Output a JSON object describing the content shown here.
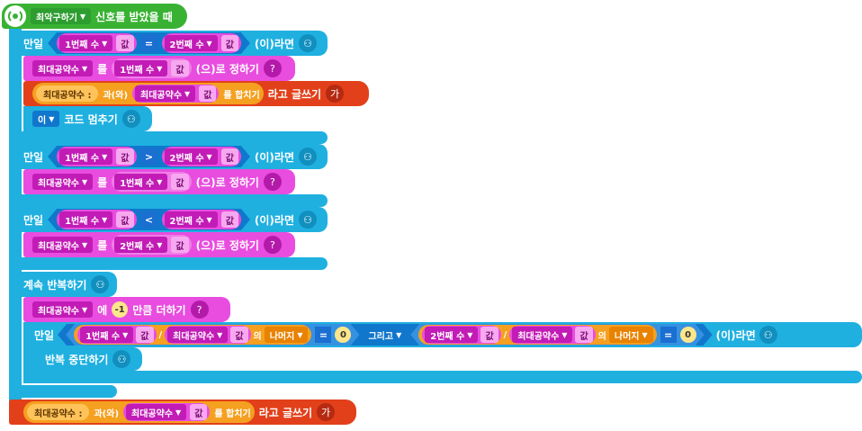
{
  "signal_block": {
    "signal_name": "최악구하기",
    "label": "신호를 받았을 때"
  },
  "if_equal": {
    "if_label": "만일",
    "left_var": "1번째 수",
    "value_label": "값",
    "operator": "=",
    "right_var": "2번째 수",
    "then_label": "(이)라면"
  },
  "set_gcd_1": {
    "var": "최대공약수",
    "to_label": "를",
    "value_var": "1번째 수",
    "value_label": "값",
    "suffix": "(으)로 정하기"
  },
  "say_1": {
    "text": "최대공약수 :",
    "and_label": "과(와)",
    "var": "최대공약수",
    "value_label": "값",
    "join_label": "를 합치기",
    "suffix": "라고 글쓰기",
    "icon_text": "가"
  },
  "stop_block": {
    "target": "이",
    "label": "코드 멈추기"
  },
  "if_greater": {
    "if_label": "만일",
    "left_var": "1번째 수",
    "value_label": "값",
    "operator": ">",
    "right_var": "2번째 수",
    "then_label": "(이)라면"
  },
  "set_gcd_2": {
    "var": "최대공약수",
    "to_label": "를",
    "value_var": "1번째 수",
    "value_label": "값",
    "suffix": "(으)로 정하기"
  },
  "if_less": {
    "if_label": "만일",
    "left_var": "1번째 수",
    "value_label": "값",
    "operator": "<",
    "right_var": "2번째 수",
    "then_label": "(이)라면"
  },
  "set_gcd_3": {
    "var": "최대공약수",
    "to_label": "를",
    "value_var": "2번째 수",
    "value_label": "값",
    "suffix": "(으)로 정하기"
  },
  "loop_block": {
    "label": "계속 반복하기"
  },
  "add_block": {
    "var": "최대공약수",
    "in_label": "에",
    "amount": "-1",
    "suffix": "만큼 더하기"
  },
  "if_mod": {
    "if_label": "만일",
    "a_var": "1번째 수",
    "a_value_label": "값",
    "div_op": "/",
    "b_var": "최대공약수",
    "b_value_label": "값",
    "of_label": "의",
    "mod_label": "나머지",
    "eq_op": "=",
    "zero_1": "0",
    "and_label": "그리고",
    "c_var": "2번째 수",
    "c_value_label": "값",
    "div_op2": "/",
    "d_var": "최대공약수",
    "d_value_label": "값",
    "of_label2": "의",
    "mod_label2": "나머지",
    "eq_op2": "=",
    "zero_2": "0",
    "then_label": "(이)라면"
  },
  "break_block": {
    "label": "반복 중단하기"
  },
  "say_2": {
    "text": "최대공약수 :",
    "and_label": "과(와)",
    "var": "최대공약수",
    "value_label": "값",
    "join_label": "를 합치기",
    "suffix": "라고 글쓰기",
    "icon_text": "가"
  },
  "colors": {
    "cyan": "#1fb0e0",
    "magenta": "#e84ddf",
    "red": "#e2401a",
    "green": "#39b233",
    "orange": "#f5a020"
  }
}
